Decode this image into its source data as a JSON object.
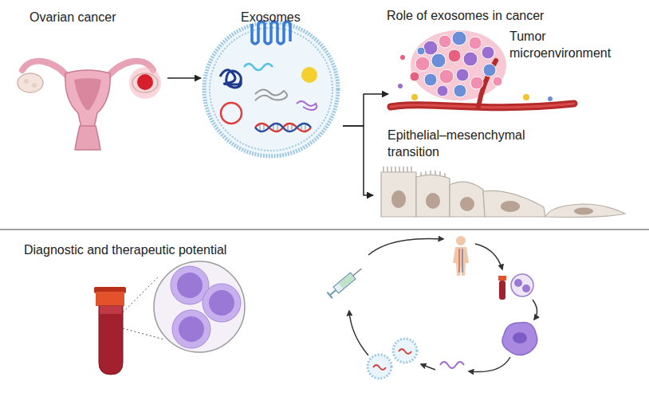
{
  "diagram": {
    "nodes": [
      {
        "text": [
          "Ovarian cancer"
        ]
      },
      {
        "text": [
          "Exosomes"
        ]
      },
      {
        "text": [
          "Tumor microenvironment"
        ]
      },
      {
        "text": [
          "Epithelial–mesenchymal transition"
        ]
      }
    ],
    "edges": [
      {
        "from": 0,
        "to": 1,
        "arrow": "to"
      },
      {
        "from": 1,
        "to": 2,
        "arrow": "to"
      },
      {
        "from": 1,
        "to": 3,
        "arrow": "to"
      }
    ],
    "labels": [
      "Role of exosomes in cancer",
      "Diagnostic and therapeutic potential"
    ]
  }
}
